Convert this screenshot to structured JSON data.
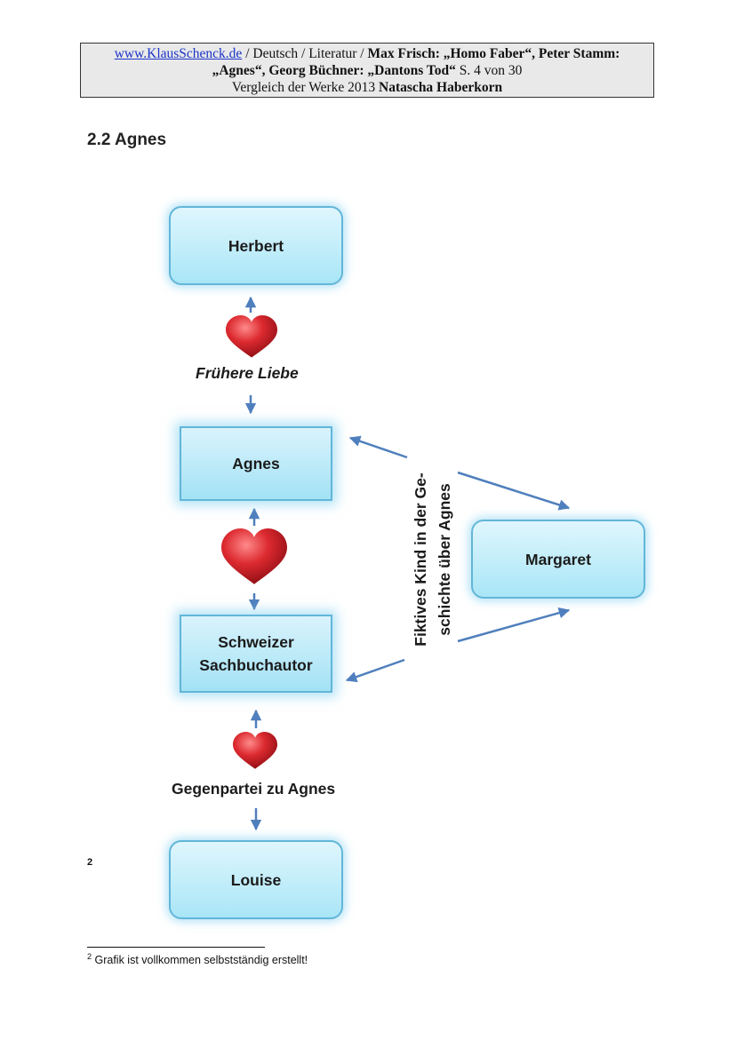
{
  "header": {
    "link_text": "www.KlausSchenck.de",
    "path": " / Deutsch / Literatur / ",
    "bold1": "Max Frisch: „Homo Faber“, Peter Stamm:",
    "bold2": "„Agnes“, Georg Büchner: „Dantons Tod“",
    "page": " S. 4 von 30",
    "line3_plain": "Vergleich der Werke 2013 ",
    "author": "Natascha Haberkorn"
  },
  "section_heading": "2.2 Agnes",
  "diagram": {
    "nodes": {
      "herbert": "Herbert",
      "agnes": "Agnes",
      "margaret": "Margaret",
      "schweizer": "Schweizer\nSachbuchautor",
      "louise": "Louise"
    },
    "labels": {
      "fruehere_liebe": "Frühere Liebe",
      "gegenpartei": "Gegenpartei zu Agnes",
      "fiktives_line1": "Fiktives Kind in der Ge-",
      "fiktives_line2": "schichte über Agnes"
    },
    "colors": {
      "arrow": "#4f7fbd",
      "heart": "#d4222a",
      "node_border": "#62b6d8",
      "node_fill": "#b7eaf8"
    },
    "icons": [
      "heart-icon",
      "heart-icon",
      "heart-icon"
    ]
  },
  "footnote": {
    "marker": "2",
    "number": "2",
    "text": " Grafik ist vollkommen selbstständig erstellt!"
  }
}
